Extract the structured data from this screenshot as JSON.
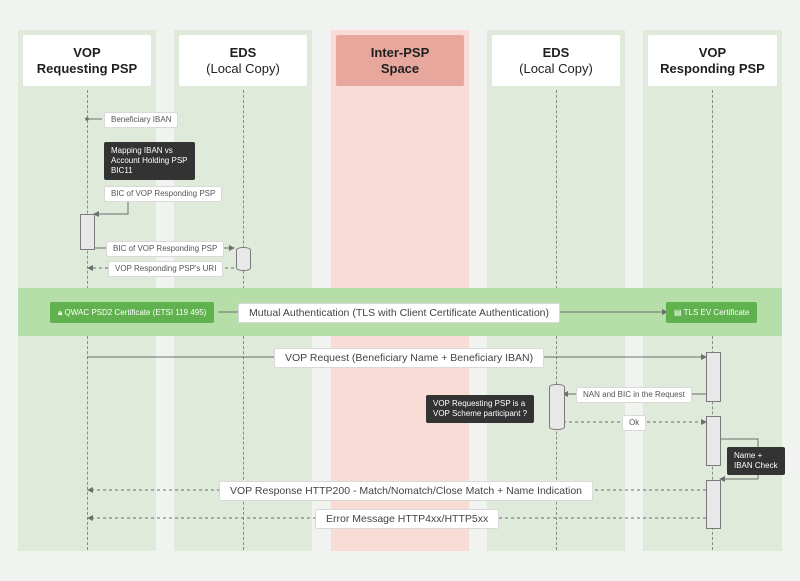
{
  "lanes": [
    {
      "line1": "VOP",
      "line2": "Requesting PSP"
    },
    {
      "line1": "EDS",
      "line2": "(Local Copy)"
    },
    {
      "line1": "Inter-PSP",
      "line2": "Space"
    },
    {
      "line1": "EDS",
      "line2": "(Local Copy)"
    },
    {
      "line1": "VOP",
      "line2": "Responding PSP"
    }
  ],
  "messages": {
    "beneficiary_iban": "Beneficiary IBAN",
    "mapping": "Mapping IBAN vs\nAccount Holding PSP\nBIC11",
    "bic_responding_1": "BIC of VOP Responding PSP",
    "bic_responding_2": "BIC of VOP Responding PSP",
    "responding_uri": "VOP Responding PSP's URI",
    "qwac": "QWAC PSD2 Certificate (ETSI 119 495)",
    "mutual_auth": "Mutual Authentication (TLS with Client Certificate Authentication)",
    "tls_ev": "TLS EV Certificate",
    "vop_request": "VOP Request (Beneficiary Name + Beneficiary IBAN)",
    "nan_bic": "NAN and BIC in the Request",
    "scheme_participant": "VOP Requesting PSP is a\nVOP Scheme participant ?",
    "ok": "Ok",
    "name_iban_check": "Name +\nIBAN Check",
    "vop_response": "VOP Response HTTP200 - Match/Nomatch/Close Match + Name Indication",
    "error_message": "Error Message HTTP4xx/HTTP5xx"
  },
  "icons": {
    "certificate": "lock-icon"
  },
  "colors": {
    "lane": "#dfeadb",
    "inter_psp": "#fadcd6",
    "inter_psp_head": "#e8a79c",
    "green_band": "#b5dea9",
    "cert": "#5fb24d",
    "dark_note": "#333333"
  }
}
